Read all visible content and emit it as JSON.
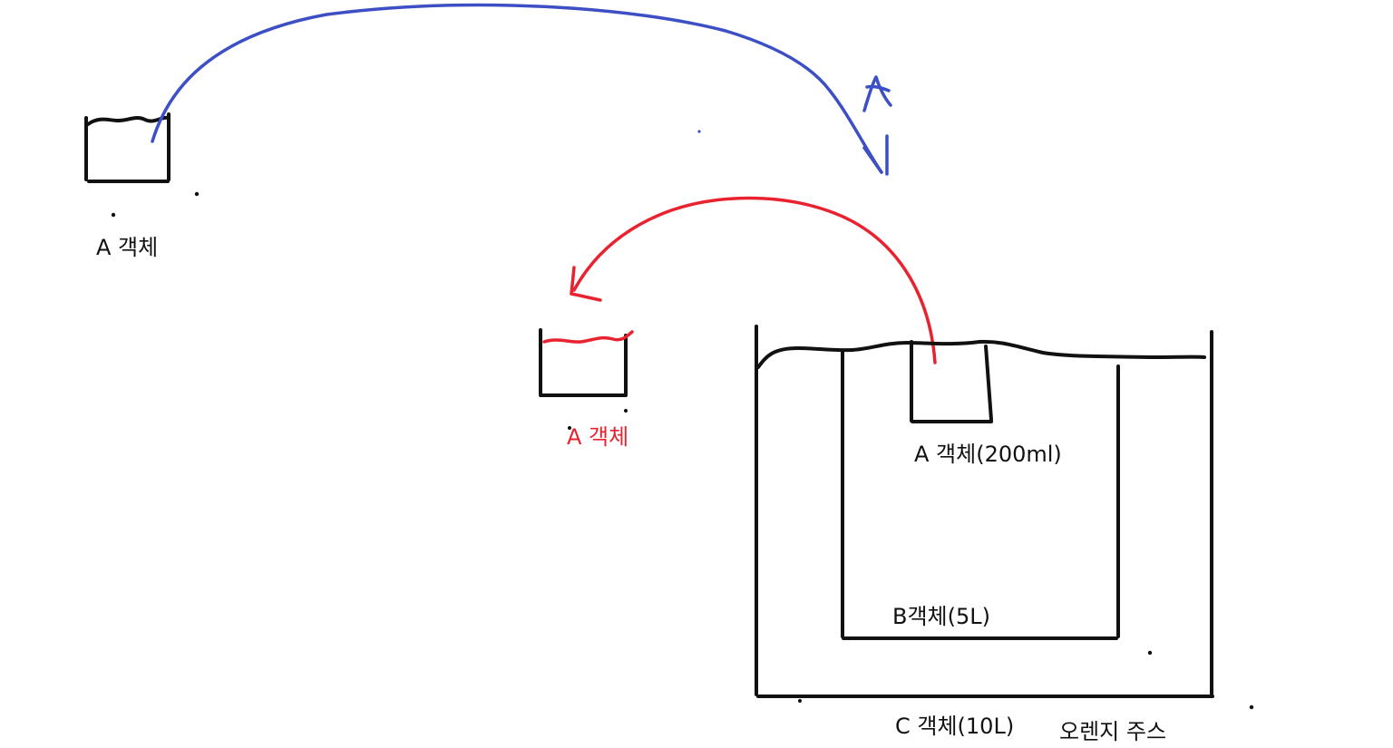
{
  "labels": {
    "a_top": "A 객체",
    "a_red": "A 객체",
    "a_inner": "A 객체(200ml)",
    "b": "B객체(5L)",
    "c": "C 객체(10L)",
    "juice": "오렌지 주스"
  },
  "colors": {
    "ink": "#111111",
    "blue_arrow": "#3d4fc4",
    "red_arrow": "#e8232f"
  }
}
